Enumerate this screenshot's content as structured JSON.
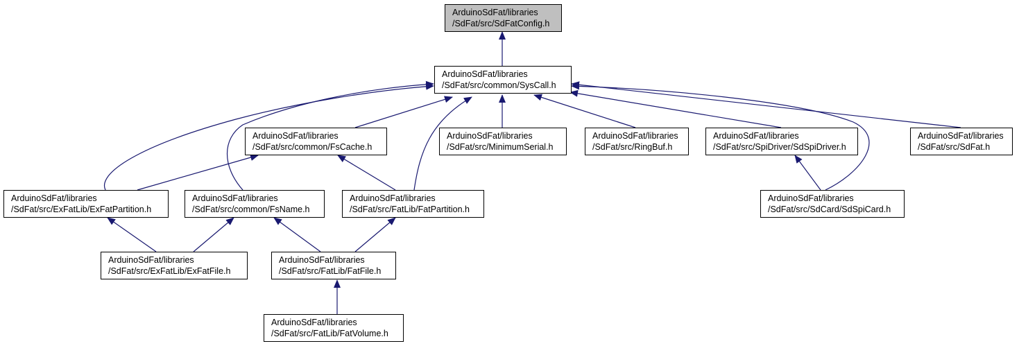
{
  "graph": {
    "colors": {
      "edge": "#191970",
      "root_fill": "#bfbfbf",
      "node_fill": "#ffffff"
    },
    "nodes": {
      "sdfatconfig": {
        "line1": "ArduinoSdFat/libraries",
        "line2": "/SdFat/src/SdFatConfig.h"
      },
      "syscall": {
        "line1": "ArduinoSdFat/libraries",
        "line2": "/SdFat/src/common/SysCall.h"
      },
      "fscache": {
        "line1": "ArduinoSdFat/libraries",
        "line2": "/SdFat/src/common/FsCache.h"
      },
      "minimumserial": {
        "line1": "ArduinoSdFat/libraries",
        "line2": "/SdFat/src/MinimumSerial.h"
      },
      "ringbuf": {
        "line1": "ArduinoSdFat/libraries",
        "line2": "/SdFat/src/RingBuf.h"
      },
      "sdspidriver": {
        "line1": "ArduinoSdFat/libraries",
        "line2": "/SdFat/src/SpiDriver/SdSpiDriver.h"
      },
      "sdfat": {
        "line1": "ArduinoSdFat/libraries",
        "line2": "/SdFat/src/SdFat.h"
      },
      "exfatpartition": {
        "line1": "ArduinoSdFat/libraries",
        "line2": "/SdFat/src/ExFatLib/ExFatPartition.h"
      },
      "fsname": {
        "line1": "ArduinoSdFat/libraries",
        "line2": "/SdFat/src/common/FsName.h"
      },
      "fatpartition": {
        "line1": "ArduinoSdFat/libraries",
        "line2": "/SdFat/src/FatLib/FatPartition.h"
      },
      "sdspicard": {
        "line1": "ArduinoSdFat/libraries",
        "line2": "/SdFat/src/SdCard/SdSpiCard.h"
      },
      "exfatfile": {
        "line1": "ArduinoSdFat/libraries",
        "line2": "/SdFat/src/ExFatLib/ExFatFile.h"
      },
      "fatfile": {
        "line1": "ArduinoSdFat/libraries",
        "line2": "/SdFat/src/FatLib/FatFile.h"
      },
      "fatvolume": {
        "line1": "ArduinoSdFat/libraries",
        "line2": "/SdFat/src/FatLib/FatVolume.h"
      }
    }
  }
}
